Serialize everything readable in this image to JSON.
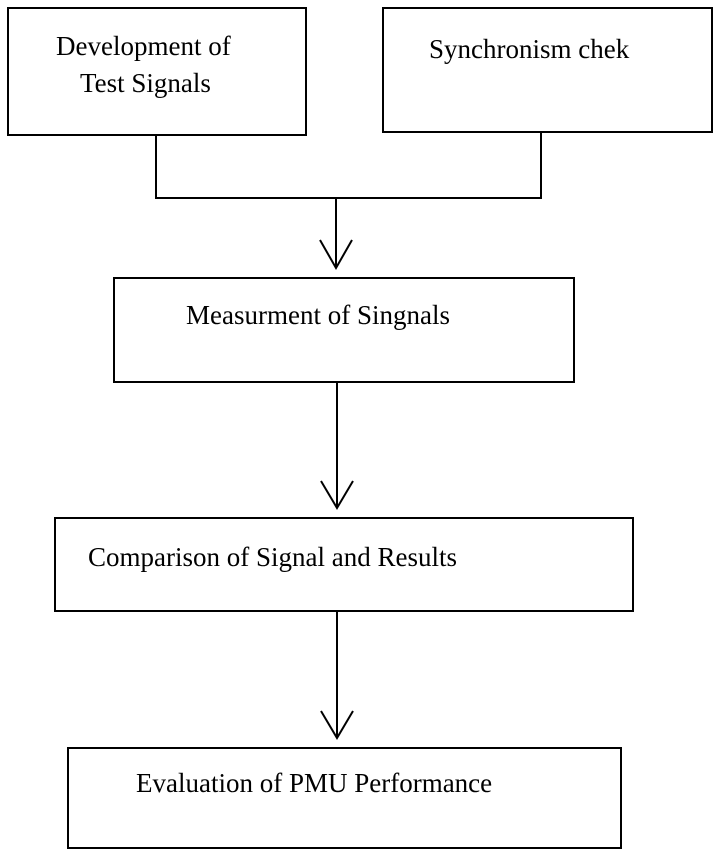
{
  "diagram": {
    "nodes": {
      "development": {
        "line1": "Development of",
        "line2": "Test Signals"
      },
      "synchronism": {
        "label": "Synchronism chek"
      },
      "measurement": {
        "label": "Measurment of Singnals"
      },
      "comparison": {
        "label": "Comparison of Signal and Results"
      },
      "evaluation": {
        "label": "Evaluation of PMU Performance"
      }
    },
    "edges": [
      {
        "from": "development",
        "to": "measurement"
      },
      {
        "from": "synchronism",
        "to": "measurement"
      },
      {
        "from": "measurement",
        "to": "comparison"
      },
      {
        "from": "comparison",
        "to": "evaluation"
      }
    ],
    "colors": {
      "stroke": "#000000",
      "background": "#ffffff"
    }
  }
}
